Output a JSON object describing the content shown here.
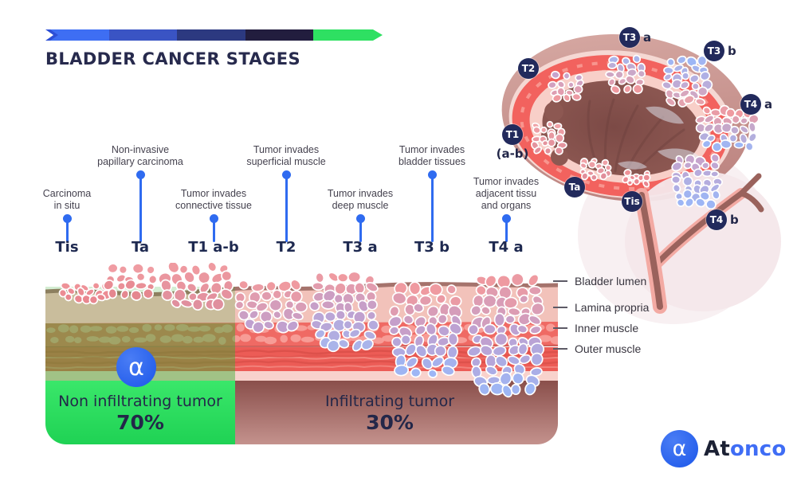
{
  "header": {
    "title": "BLADDER CANCER STAGES",
    "bar_colors": [
      "#2d4fd6",
      "#3e6ef3",
      "#3a54c4",
      "#2c3980",
      "#221d3e",
      "#2ee062"
    ]
  },
  "stages": [
    {
      "name": "Tis",
      "desc_lines": [
        "Carcinoma",
        "in situ"
      ],
      "pin": "short"
    },
    {
      "name": "Ta",
      "desc_lines": [
        "Non-invasive",
        "papillary carcinoma"
      ],
      "pin": "long"
    },
    {
      "name": "T1 a-b",
      "desc_lines": [
        "Tumor invades",
        "connective tissue"
      ],
      "pin": "short"
    },
    {
      "name": "T2",
      "desc_lines": [
        "Tumor invades",
        "superficial muscle"
      ],
      "pin": "long"
    },
    {
      "name": "T3 a",
      "desc_lines": [
        "Tumor invades",
        "deep muscle"
      ],
      "pin": "short"
    },
    {
      "name": "T3 b",
      "desc_lines": [
        "Tumor invades",
        "bladder tissues"
      ],
      "pin": "long"
    },
    {
      "name": "T4 a",
      "desc_lines": [
        "Tumor invades",
        "adjacent tissu",
        "and organs"
      ],
      "pin": "short"
    }
  ],
  "tissue_section": {
    "non_infiltrating_label": "Non infiltrating tumor",
    "non_infiltrating_pct": "70%",
    "infiltrating_label": "Infiltrating tumor",
    "infiltrating_pct": "30%"
  },
  "layer_labels": [
    "Bladder lumen",
    "Lamina propria",
    "Inner muscle",
    "Outer muscle"
  ],
  "bladder_badges": [
    {
      "id": "t2",
      "label": "T2",
      "suffix": "",
      "sub": ""
    },
    {
      "id": "t3a",
      "label": "T3",
      "suffix": "a",
      "sub": ""
    },
    {
      "id": "t3b",
      "label": "T3",
      "suffix": "b",
      "sub": ""
    },
    {
      "id": "t4a",
      "label": "T4",
      "suffix": "a",
      "sub": ""
    },
    {
      "id": "t1",
      "label": "T1",
      "suffix": "",
      "sub": "(a-b)"
    },
    {
      "id": "ta",
      "label": "Ta",
      "suffix": "",
      "sub": ""
    },
    {
      "id": "tis",
      "label": "Tis",
      "suffix": "",
      "sub": ""
    },
    {
      "id": "t4b",
      "label": "T4",
      "suffix": "b",
      "sub": ""
    }
  ],
  "brand": {
    "alpha": "α",
    "name_dark": "At",
    "name_accent": "onco"
  },
  "colors": {
    "accent_blue": "#2f6bf0",
    "badge_navy": "#222a5c",
    "title_navy": "#272a4d",
    "green_zone": "#2ce25e",
    "red_muscle": "#f2625e",
    "tumor_pink": "#ef9aa0",
    "tumor_blue": "#9db6f5"
  }
}
